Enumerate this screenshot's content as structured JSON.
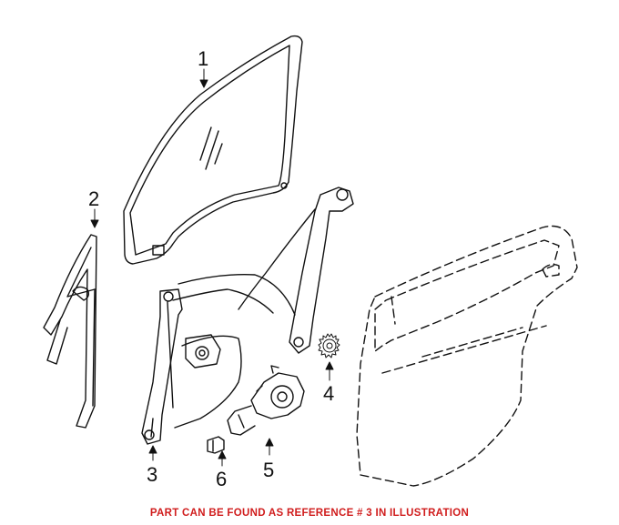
{
  "diagram": {
    "callouts": [
      "1",
      "2",
      "3",
      "4",
      "5",
      "6"
    ],
    "caption": "PART CAN BE FOUND AS REFERENCE # 3 IN ILLUSTRATION",
    "caption_color": "#d01d1d",
    "parts": [
      "window-glass",
      "glass-guide-channel",
      "window-regulator",
      "regulator-gear",
      "window-motor",
      "motor-connector",
      "door-shell"
    ]
  }
}
